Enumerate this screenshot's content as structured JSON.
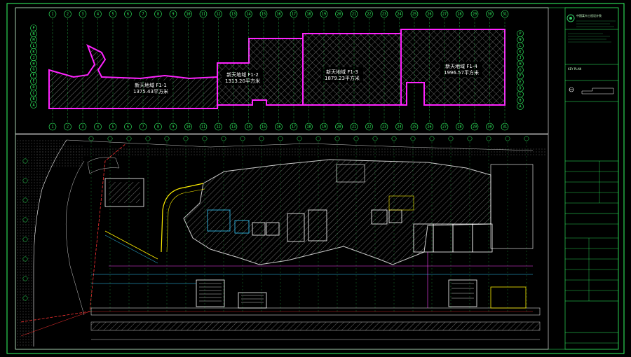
{
  "colors": {
    "background": "#000000",
    "border": "#33ff66",
    "zone_outline": "#ff22ff",
    "grid_bubble": "#33ff66",
    "hatch": "#cccccc",
    "wall": "#cccccc",
    "accent_yellow": "#ffee00",
    "accent_red": "#ff3333",
    "accent_cyan": "#33ccff",
    "accent_magenta": "#ff44ff",
    "logo_green": "#33cc66"
  },
  "zones": [
    {
      "id": "f1-1",
      "label": "新天地域 F1-1",
      "area": "1375.43平方米"
    },
    {
      "id": "f1-2",
      "label": "新天地域 F1-2",
      "area": "1313.20平方米"
    },
    {
      "id": "f1-3",
      "label": "新天地域 F1-3",
      "area": "1879.23平方米"
    },
    {
      "id": "f1-4",
      "label": "新天地域 F1-4",
      "area": "1996.57平方米"
    }
  ],
  "grid_axes": {
    "top_numbers": [
      "1",
      "2",
      "3",
      "4",
      "5",
      "6",
      "7",
      "8",
      "9",
      "10",
      "11",
      "12",
      "13",
      "14",
      "15",
      "16",
      "17",
      "18",
      "19",
      "20",
      "21",
      "22",
      "23",
      "24",
      "25",
      "26",
      "27",
      "28",
      "29",
      "30",
      "31"
    ],
    "left_letters": [
      "P",
      "N",
      "M",
      "L",
      "K",
      "J",
      "H",
      "G",
      "F",
      "E",
      "D",
      "C",
      "B",
      "A"
    ],
    "right_letters": [
      "P",
      "N",
      "L",
      "K",
      "J",
      "H",
      "G",
      "F",
      "E",
      "D",
      "C",
      "B",
      "A"
    ]
  },
  "title_block": {
    "company": "中国某市工程设计院",
    "key_label": "KEY PLAN"
  },
  "icons": {
    "logo": "institute-logo-icon",
    "section": "section-marker-icon"
  }
}
